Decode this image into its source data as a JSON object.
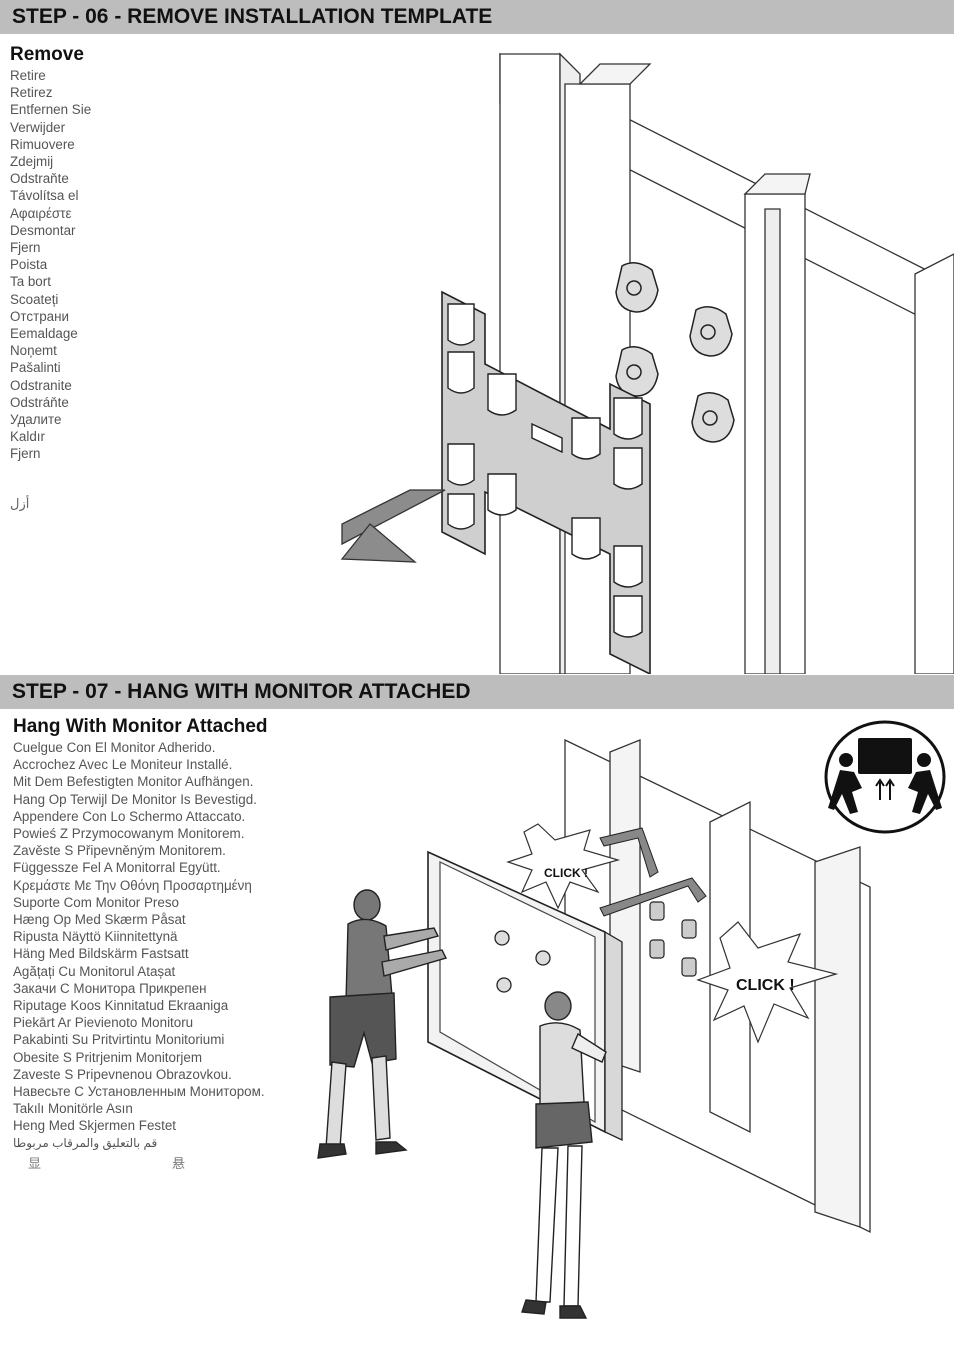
{
  "step6": {
    "header": "STEP - 06 - REMOVE INSTALLATION TEMPLATE",
    "title": "Remove",
    "translations": [
      "Retire",
      "Retirez",
      "Entfernen Sie",
      "Verwijder",
      "Rimuovere",
      "Zdejmij",
      "Odstraňte",
      "Távolítsa el",
      "Αφαιρέστε",
      "Desmontar",
      "Fjern",
      "Poista",
      "Ta bort",
      "Scoateți",
      "Отстрани",
      "Eemaldage",
      "Noņemt",
      "Pašalinti",
      "Odstranite",
      "Odstráňte",
      "Удалите",
      "Kaldır",
      "Fjern"
    ],
    "arabic": "أزل"
  },
  "step7": {
    "header": "STEP - 07 - HANG WITH MONITOR ATTACHED",
    "title": "Hang With Monitor Attached",
    "translations": [
      "Cuelgue Con El Monitor Adherido.",
      "Accrochez Avec Le Moniteur Installé.",
      "Mit Dem Befestigten Monitor Aufhängen.",
      "Hang Op Terwijl De Monitor Is Bevestigd.",
      "Appendere Con Lo Schermo Attaccato.",
      "Powieś Z Przymocowanym Monitorem.",
      "Zavěste S Připevněným Monitorem.",
      "Függessze Fel A Monitorral Együtt.",
      "Κρεμάστε Με Την Οθόνη Προσαρτημένη",
      "Suporte Com Monitor Preso",
      "Hæng Op Med Skærm Påsat",
      "Ripusta Näyttö Kiinnitettynä",
      "Häng Med Bildskärm Fastsatt",
      "Agățați Cu Monitorul Atașat",
      "Закачи С Монитора Прикрепен",
      "Riputage Koos Kinnitatud Ekraaniga",
      "Piekārt Ar Pievienoto Monitoru",
      "Pakabinti Su Pritvirtintu Monitoriumi",
      "Obesite S Pritrjenim Monitorjem",
      "Zaveste S Pripevnenou Obrazovkou.",
      "Навесьте С Установленным Монитором.",
      "Takılı Monitörle Asın",
      "Heng Med Skjermen Festet",
      "قم بالتعليق والمرقاب مربوطا"
    ],
    "cjk_left": "显",
    "cjk_right": "悬",
    "click_label": "CLICK !"
  }
}
